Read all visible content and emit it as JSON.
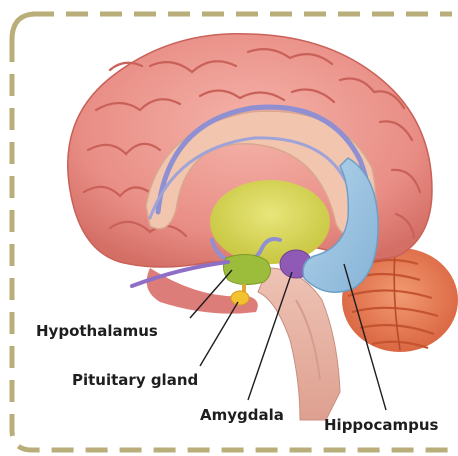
{
  "diagram": {
    "labels": {
      "hypothalamus": "Hypothalamus",
      "pituitary_gland": "Pituitary gland",
      "amygdala": "Amygdala",
      "hippocampus": "Hippocampus"
    },
    "structures": [
      "cerebrum",
      "corpus-callosum",
      "fornix",
      "thalamus",
      "hypothalamus",
      "pituitary-gland",
      "amygdala",
      "hippocampus",
      "cerebellum",
      "brainstem",
      "frontal-lobe-underside",
      "temporal-lobe"
    ]
  },
  "colors": {
    "frame_dash": "#b9ae7a",
    "cortex": "#e98e86",
    "cortex_dark": "#d46f66",
    "cortex_light": "#f4b3a9",
    "corpus_callosum": "#f2c6ae",
    "thalamus": "#d6d54f",
    "hypothalamus": "#9cbd3b",
    "pituitary": "#f3c230",
    "amygdala": "#8e5ab6",
    "fornix": "#8f8fd1",
    "hippocampus": "#98c2e2",
    "cerebellum": "#e5744f",
    "brainstem": "#e8b3a3",
    "label_text": "#1e1e1e"
  }
}
